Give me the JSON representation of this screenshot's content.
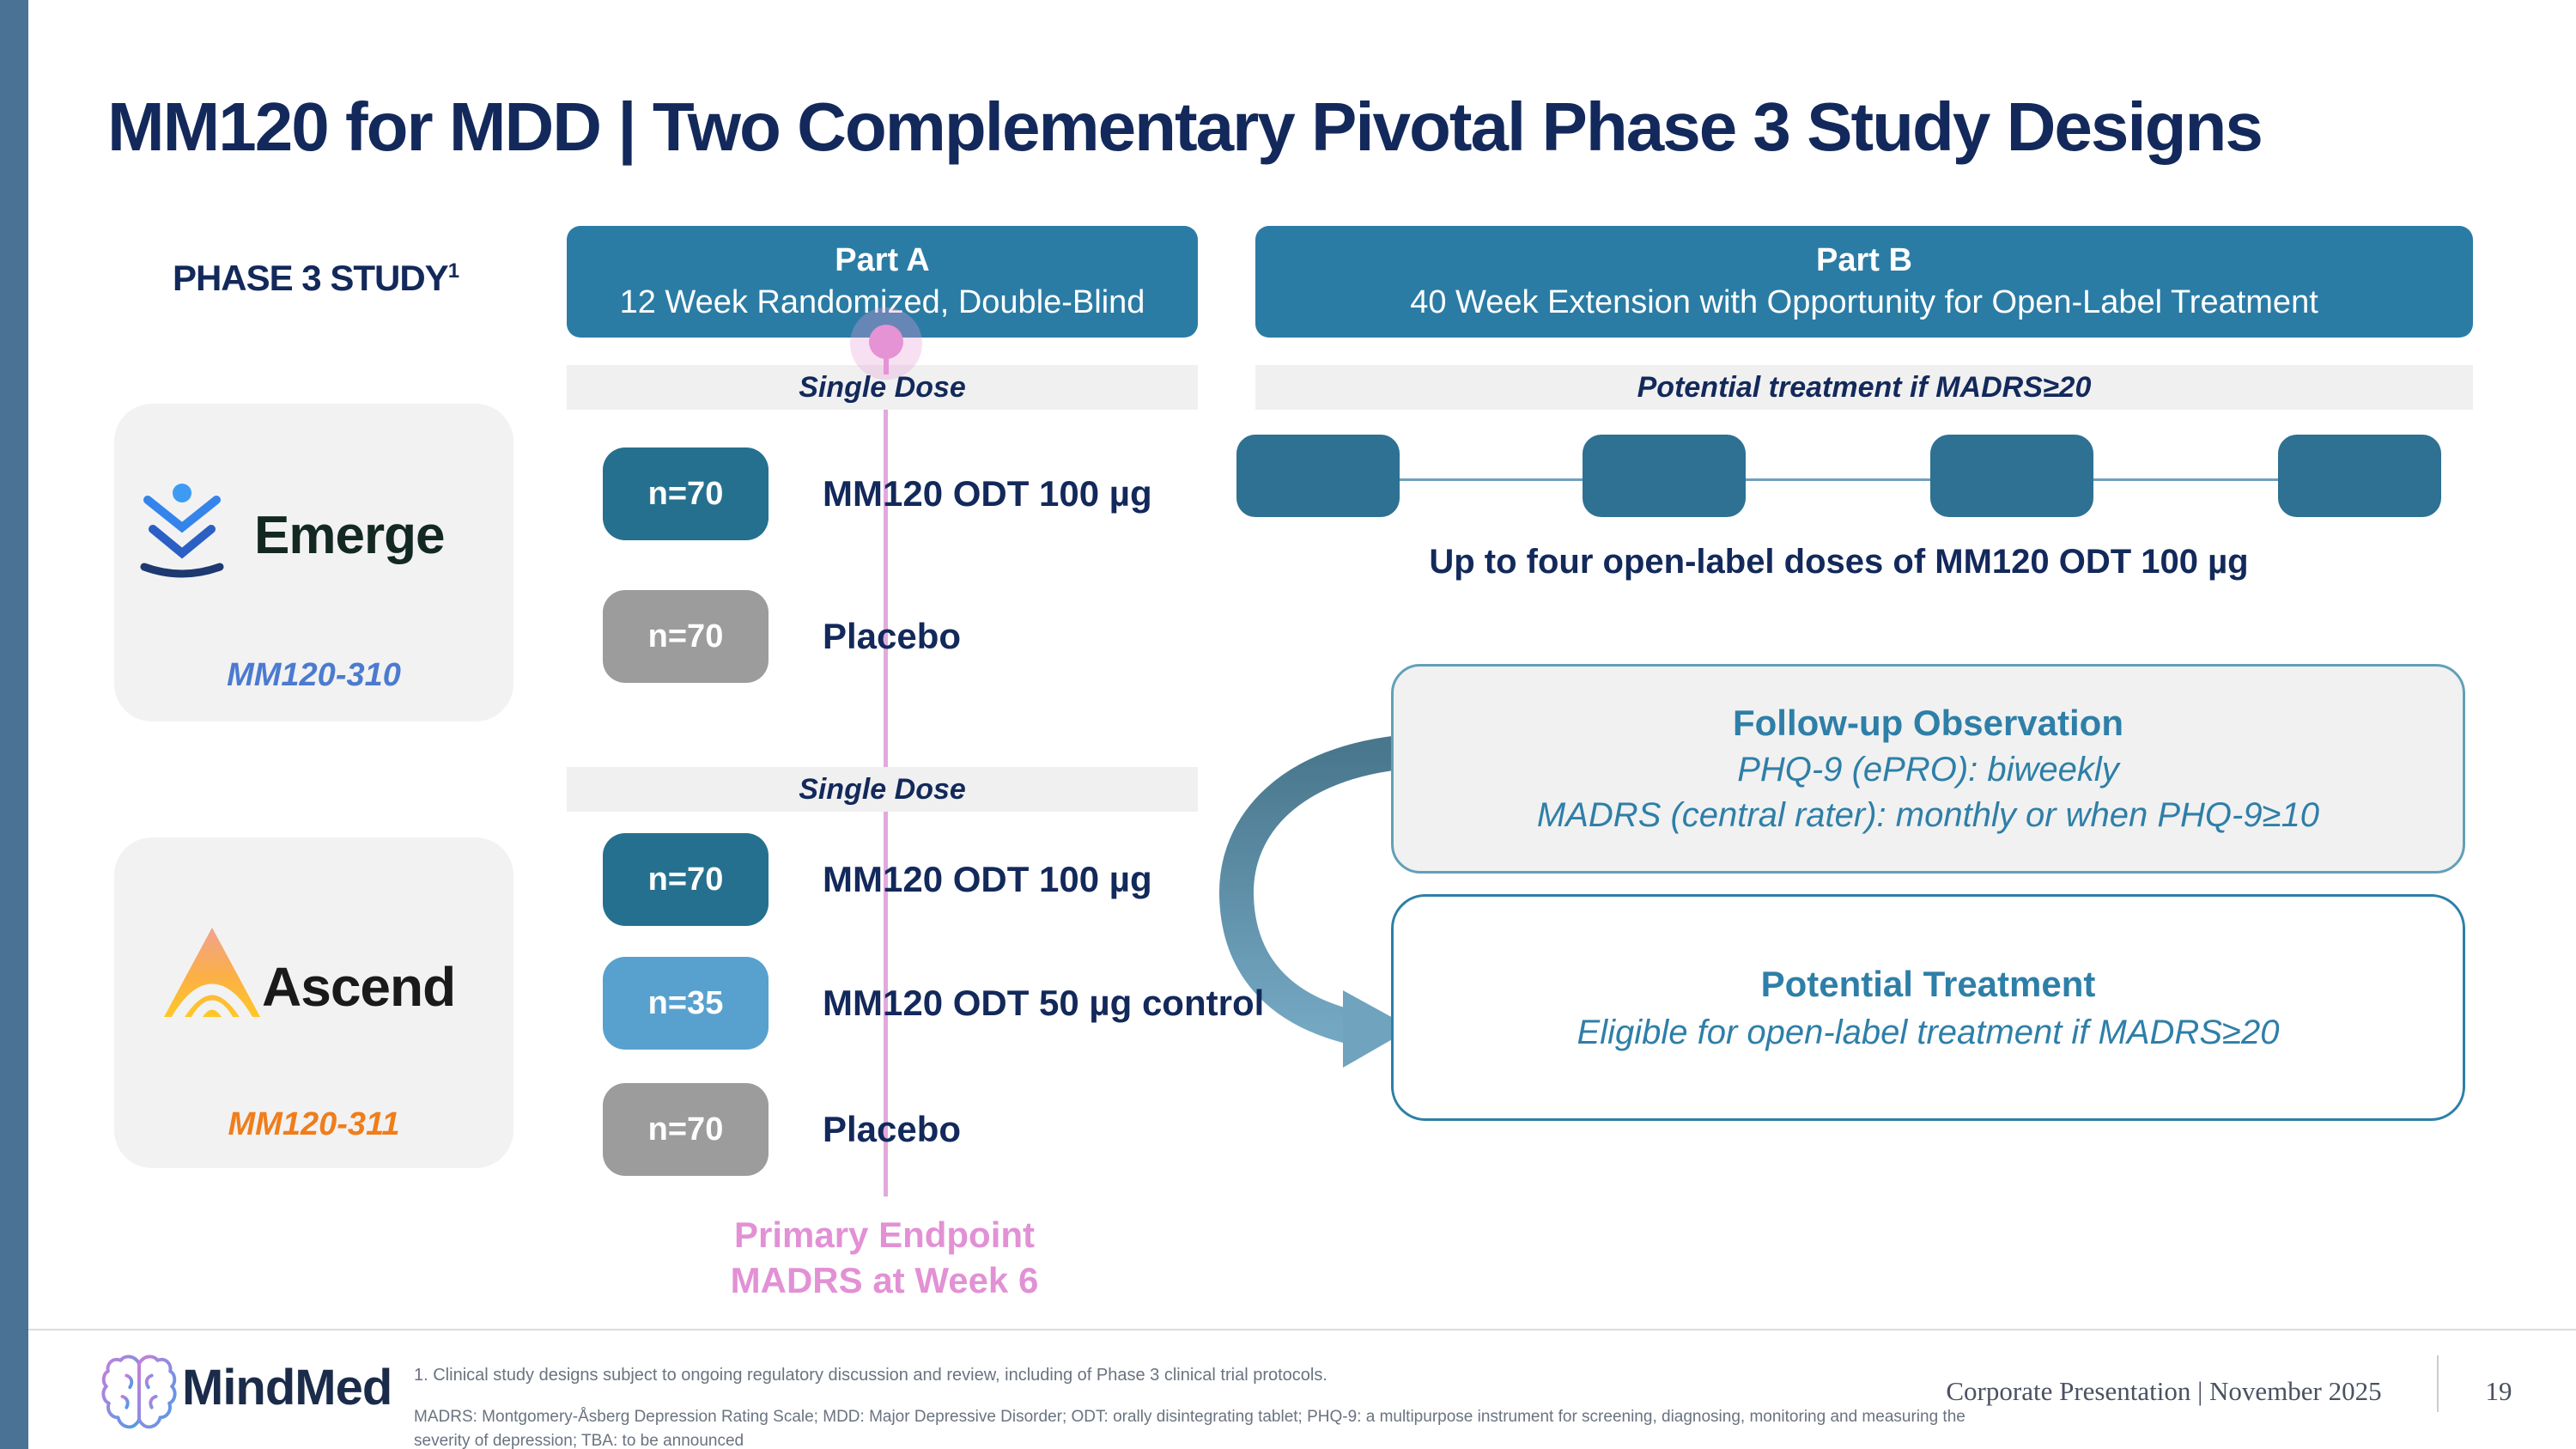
{
  "slide": {
    "title": "MM120 for MDD | Two Complementary Pivotal Phase 3 Study Designs",
    "phase_label": "PHASE 3 STUDY",
    "phase_label_sup": "1"
  },
  "part_a": {
    "title": "Part A",
    "subtitle": "12 Week Randomized, Double-Blind"
  },
  "part_b": {
    "title": "Part B",
    "subtitle": "40 Week Extension with Opportunity for Open-Label Treatment",
    "band_label": "Potential treatment if MADRS≥20",
    "caption": "Up to four open-label doses of MM120 ODT 100 µg",
    "dose_box_count": 4
  },
  "emerge": {
    "name": "Emerge",
    "study_id": "MM120-310",
    "band_label": "Single Dose",
    "arms": [
      {
        "n": "n=70",
        "label": "MM120 ODT 100 µg"
      },
      {
        "n": "n=70",
        "label": "Placebo"
      }
    ]
  },
  "ascend": {
    "name": "Ascend",
    "study_id": "MM120-311",
    "band_label": "Single Dose",
    "arms": [
      {
        "n": "n=70",
        "label": "MM120 ODT 100 µg"
      },
      {
        "n": "n=35",
        "label": "MM120 ODT 50 µg control"
      },
      {
        "n": "n=70",
        "label": "Placebo"
      }
    ]
  },
  "followup": {
    "title": "Follow-up Observation",
    "lines": [
      "PHQ-9 (ePRO): biweekly",
      "MADRS (central rater): monthly or when PHQ-9≥10"
    ]
  },
  "treatment": {
    "title": "Potential Treatment",
    "line": "Eligible for open-label treatment if MADRS≥20"
  },
  "primary_endpoint": {
    "line1": "Primary Endpoint",
    "line2": "MADRS at Week 6"
  },
  "footer": {
    "logo_text": "MindMed",
    "footnote1": "1.   Clinical study designs subject to ongoing regulatory discussion and review, including of Phase 3 clinical trial protocols.",
    "footnote2": "MADRS: Montgomery-Åsberg Depression Rating Scale; MDD: Major Depressive Disorder; ODT: orally disintegrating tablet; PHQ-9: a multipurpose instrument for screening, diagnosing, monitoring and measuring the severity of depression; TBA: to be announced",
    "presentation_label": "Corporate Presentation | November 2025",
    "page_number": "19"
  },
  "colors": {
    "header_teal": "#2A7CA5",
    "dose_teal": "#2E7192",
    "n70_teal": "#26708F",
    "n35_blue": "#58A1CE",
    "placebo_gray": "#9C9C9C",
    "navy_text": "#13295B",
    "pink_line": "#E2A9DC",
    "pink_text": "#E291D5",
    "teal_text": "#2E7FA8",
    "emerge_id_blue": "#4B7BD0",
    "ascend_id_orange": "#F07D1A",
    "left_strip": "#4A7294"
  }
}
